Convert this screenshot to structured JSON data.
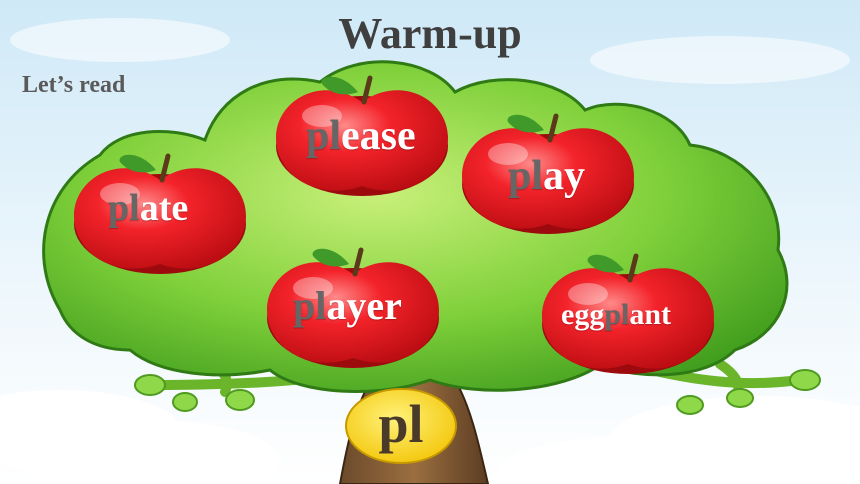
{
  "header": {
    "title": "Warm-up",
    "subtitle": "Let’s read"
  },
  "blend": "pl",
  "words": [
    {
      "pre": "",
      "blend": "pl",
      "post": "ease"
    },
    {
      "pre": "",
      "blend": "pl",
      "post": "ay"
    },
    {
      "pre": "",
      "blend": "pl",
      "post": "ate"
    },
    {
      "pre": "",
      "blend": "pl",
      "post": "ayer"
    },
    {
      "pre": "egg",
      "blend": "pl",
      "post": "ant"
    }
  ],
  "colors": {
    "apple": "#e8121b",
    "foliage": "#7fd03a",
    "blend_text": "#666666",
    "center_badge": "#ffd21a"
  }
}
